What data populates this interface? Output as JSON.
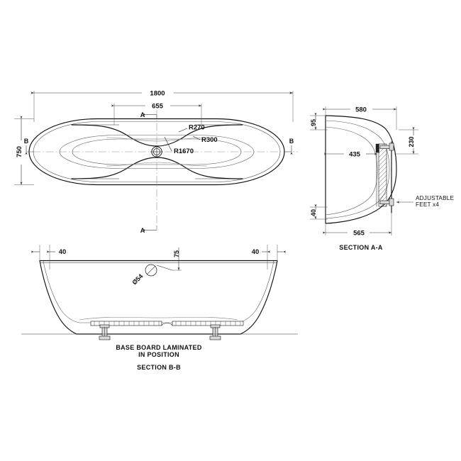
{
  "document": {
    "type": "technical-drawing",
    "subject": "Freestanding double-ended bath",
    "units": "mm",
    "background_color": "#ffffff",
    "line_color": "#111111"
  },
  "plan_view": {
    "name": "Plan view (top)",
    "dimensions": {
      "overall_length": "1800",
      "overall_width": "750",
      "centre_opening": "655"
    },
    "radii": [
      {
        "label": "R270",
        "meaning": "radius 270"
      },
      {
        "label": "R300",
        "meaning": "radius 300"
      },
      {
        "label": "R1670",
        "meaning": "radius 1670"
      }
    ],
    "section_markers": {
      "a_top": "A",
      "a_bottom": "A",
      "b_left": "B",
      "b_right": "B"
    }
  },
  "section_aa": {
    "title": "SECTION A-A",
    "dimensions": {
      "top_width": "580",
      "base_width": "565",
      "inner_width": "435",
      "rim_height": "95",
      "foot_height": "40",
      "side_height": "230"
    },
    "annotation": {
      "line1": "ADJUSTABLE",
      "line2": "FEET x4"
    }
  },
  "section_bb": {
    "title": "SECTION B-B",
    "dimensions": {
      "left_offset": "40",
      "right_offset": "40",
      "waste_from_centre": "75",
      "waste_diameter": "Ø54"
    },
    "note": {
      "line1": "BASE BOARD LAMINATED",
      "line2": "IN POSITION"
    }
  }
}
